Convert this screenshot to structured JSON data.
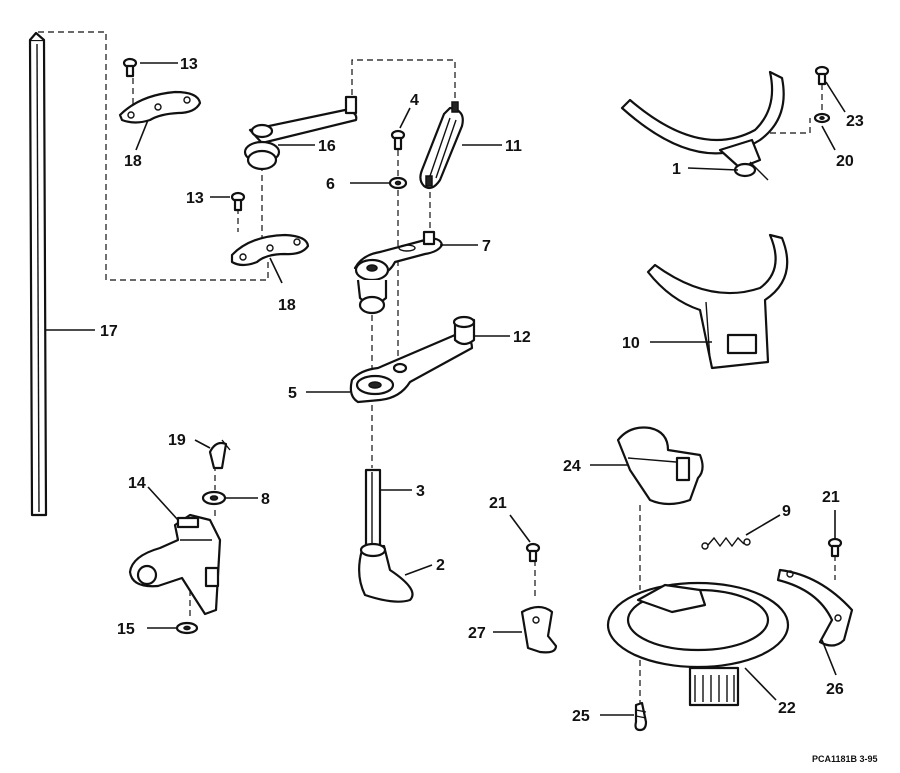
{
  "callouts": [
    {
      "id": "c13a",
      "num": "13"
    },
    {
      "id": "c18a",
      "num": "18"
    },
    {
      "id": "c16",
      "num": "16"
    },
    {
      "id": "c4",
      "num": "4"
    },
    {
      "id": "c11",
      "num": "11"
    },
    {
      "id": "c6",
      "num": "6"
    },
    {
      "id": "c13b",
      "num": "13"
    },
    {
      "id": "c7",
      "num": "7"
    },
    {
      "id": "c18b",
      "num": "18"
    },
    {
      "id": "c17",
      "num": "17"
    },
    {
      "id": "c12",
      "num": "12"
    },
    {
      "id": "c5",
      "num": "5"
    },
    {
      "id": "c19",
      "num": "19"
    },
    {
      "id": "c14",
      "num": "14"
    },
    {
      "id": "c8",
      "num": "8"
    },
    {
      "id": "c3",
      "num": "3"
    },
    {
      "id": "c2",
      "num": "2"
    },
    {
      "id": "c15",
      "num": "15"
    },
    {
      "id": "c1",
      "num": "1"
    },
    {
      "id": "c23",
      "num": "23"
    },
    {
      "id": "c20",
      "num": "20"
    },
    {
      "id": "c10",
      "num": "10"
    },
    {
      "id": "c24",
      "num": "24"
    },
    {
      "id": "c9",
      "num": "9"
    },
    {
      "id": "c21a",
      "num": "21"
    },
    {
      "id": "c21b",
      "num": "21"
    },
    {
      "id": "c27",
      "num": "27"
    },
    {
      "id": "c22",
      "num": "22"
    },
    {
      "id": "c26",
      "num": "26"
    },
    {
      "id": "c25",
      "num": "25"
    }
  ],
  "drawing_code": "PCA1181B  3-95"
}
